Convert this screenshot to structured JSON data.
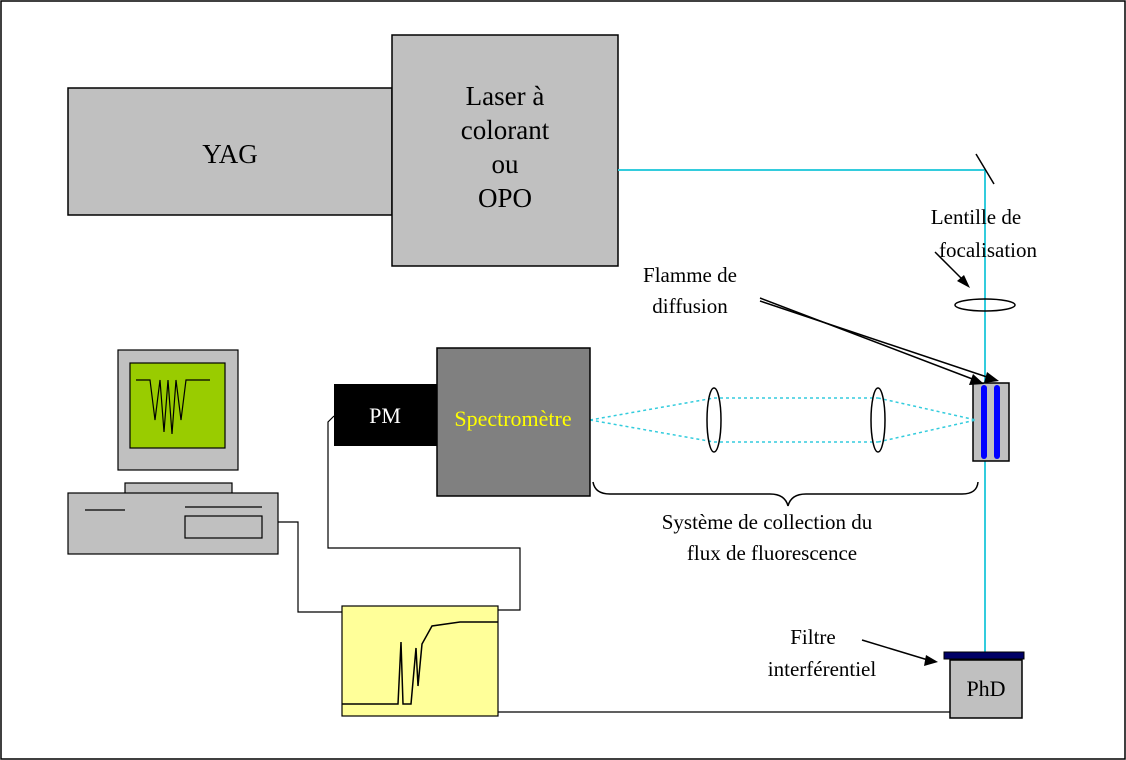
{
  "labels": {
    "yag": "YAG",
    "laser_line1": "Laser à",
    "laser_line2": "colorant",
    "laser_line3": "ou",
    "laser_line4": "OPO",
    "lens_line1": "Lentille de",
    "lens_line2": "focalisation",
    "flame_line1": "Flamme de",
    "flame_line2": "diffusion",
    "pm": "PM",
    "spectrometer": "Spectromètre",
    "collection_line1": "Système de collection du",
    "collection_line2": "flux de fluorescence",
    "filter_line1": "Filtre",
    "filter_line2": "interférentiel",
    "phd": "PhD"
  },
  "colors": {
    "laser_beam": "#33CCDD",
    "box_light_gray": "#C0C0C0",
    "spectrometer_gray": "#808080",
    "pm_black": "#000000",
    "spectrometer_text": "#FFFF00",
    "oscilloscope_yellow": "#FFFF99",
    "monitor_screen": "#99CC00",
    "flame_blue": "#0000FF",
    "filter_navy": "#000066"
  },
  "icons": {
    "computer": "desktop-computer-icon",
    "oscilloscope": "oscilloscope-icon"
  }
}
